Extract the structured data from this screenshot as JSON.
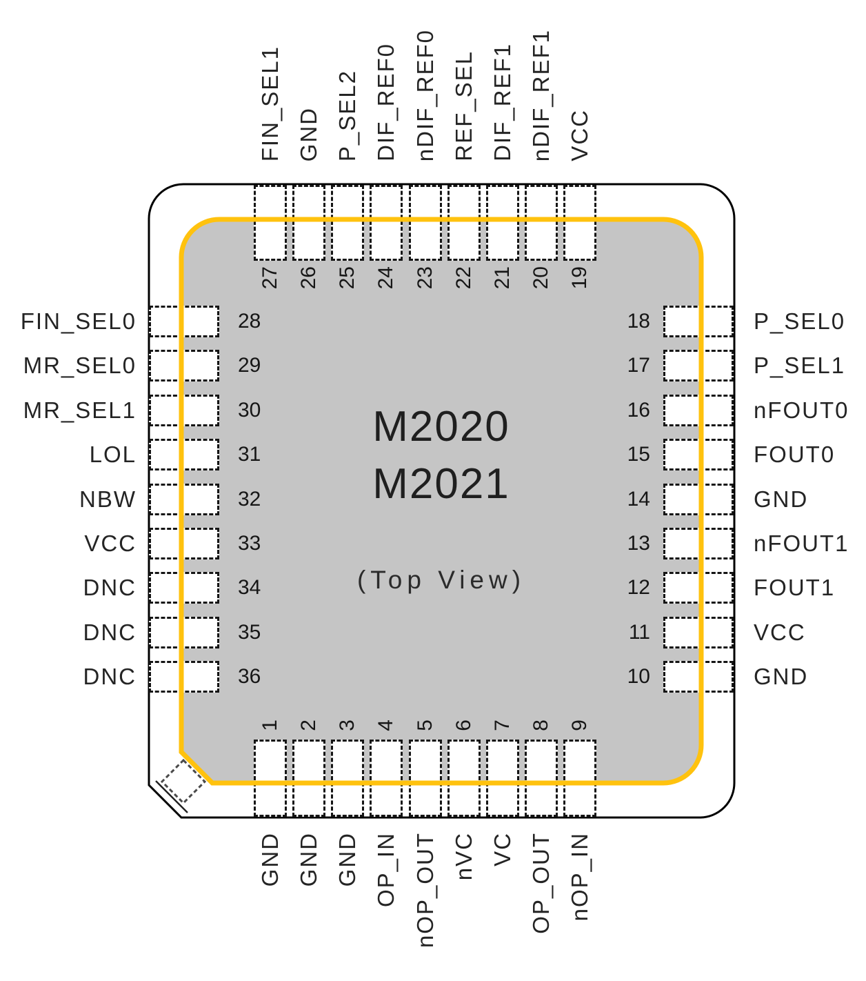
{
  "chip": {
    "title_line1": "M2020",
    "title_line2": "M2021",
    "view_label": "(Top View)"
  },
  "colors": {
    "accent_yellow": "#FFC20E",
    "body_gray": "#C5C5C5",
    "outline_black": "#000000"
  },
  "pins": {
    "top": [
      {
        "number": "27",
        "label": "FIN_SEL1"
      },
      {
        "number": "26",
        "label": "GND"
      },
      {
        "number": "25",
        "label": "P_SEL2"
      },
      {
        "number": "24",
        "label": "DIF_REF0"
      },
      {
        "number": "23",
        "label": "nDIF_REF0"
      },
      {
        "number": "22",
        "label": "REF_SEL"
      },
      {
        "number": "21",
        "label": "DIF_REF1"
      },
      {
        "number": "20",
        "label": "nDIF_REF1"
      },
      {
        "number": "19",
        "label": "VCC"
      }
    ],
    "left": [
      {
        "number": "28",
        "label": "FIN_SEL0"
      },
      {
        "number": "29",
        "label": "MR_SEL0"
      },
      {
        "number": "30",
        "label": "MR_SEL1"
      },
      {
        "number": "31",
        "label": "LOL"
      },
      {
        "number": "32",
        "label": "NBW"
      },
      {
        "number": "33",
        "label": "VCC"
      },
      {
        "number": "34",
        "label": "DNC"
      },
      {
        "number": "35",
        "label": "DNC"
      },
      {
        "number": "36",
        "label": "DNC"
      }
    ],
    "right": [
      {
        "number": "18",
        "label": "P_SEL0"
      },
      {
        "number": "17",
        "label": "P_SEL1"
      },
      {
        "number": "16",
        "label": "nFOUT0"
      },
      {
        "number": "15",
        "label": "FOUT0"
      },
      {
        "number": "14",
        "label": "GND"
      },
      {
        "number": "13",
        "label": "nFOUT1"
      },
      {
        "number": "12",
        "label": "FOUT1"
      },
      {
        "number": "11",
        "label": "VCC"
      },
      {
        "number": "10",
        "label": "GND"
      }
    ],
    "bottom": [
      {
        "number": "1",
        "label": "GND"
      },
      {
        "number": "2",
        "label": "GND"
      },
      {
        "number": "3",
        "label": "GND"
      },
      {
        "number": "4",
        "label": "OP_IN"
      },
      {
        "number": "5",
        "label": "nOP_OUT"
      },
      {
        "number": "6",
        "label": "nVC"
      },
      {
        "number": "7",
        "label": "VC"
      },
      {
        "number": "8",
        "label": "OP_OUT"
      },
      {
        "number": "9",
        "label": "nOP_IN"
      }
    ]
  }
}
